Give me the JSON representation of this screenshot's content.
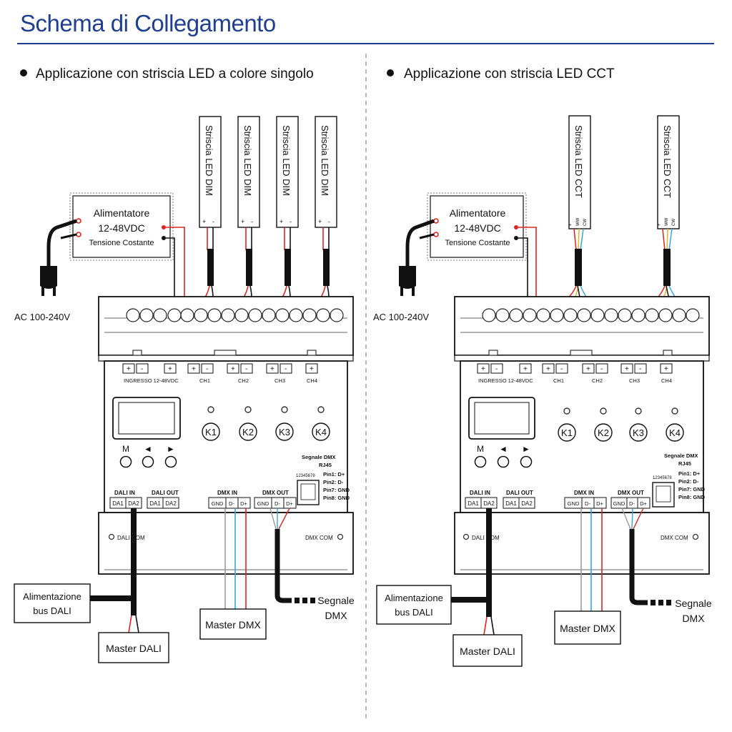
{
  "page_title": "Schema di Collegamento",
  "sections": [
    {
      "heading": "Applicazione con striscia LED a colore singolo",
      "strip_label": "Striscia LED DIM",
      "strip_count": 4,
      "strip_pin_labels": [
        "+",
        "-"
      ]
    },
    {
      "heading": "Applicazione con striscia LED CCT",
      "strip_label": "Striscia LED CCT",
      "strip_count": 2,
      "strip_pin_labels": [
        "+",
        "WW",
        "CW"
      ]
    }
  ],
  "power_supply": {
    "line1": "Alimentatore",
    "line2": "12-48VDC",
    "line3": "Tensione Costante"
  },
  "ac_input": "AC 100-240V",
  "controller": {
    "input_label": "INGRESSO 12-48VDC",
    "channels": [
      "CH1",
      "CH2",
      "CH3",
      "CH4"
    ],
    "keys": [
      "K1",
      "K2",
      "K3",
      "K4"
    ],
    "nav_keys": [
      "M",
      "◄",
      "►"
    ],
    "dmx_signal": {
      "title1": "Segnale DMX",
      "title2": "RJ45",
      "pins": [
        "Pin1: D+",
        "Pin2: D-",
        "Pin7: GND",
        "Pin8: GND"
      ],
      "pin_numbers": "12345678"
    },
    "dali_in": "DALI IN",
    "dali_out": "DALI OUT",
    "dali_terminals": [
      "DA1",
      "DA2"
    ],
    "dmx_in": "DMX IN",
    "dmx_out": "DMX OUT",
    "dmx_terminals": [
      "GND",
      "D-",
      "D+"
    ],
    "dali_com": "DALI COM",
    "dmx_com": "DMX COM"
  },
  "external": {
    "dali_bus_line1": "Alimentazione",
    "dali_bus_line2": "bus DALI",
    "master_dali": "Master DALI",
    "master_dmx": "Master DMX",
    "signal_dmx_line1": "Segnale",
    "signal_dmx_line2": "DMX"
  },
  "colors": {
    "title": "#1f3f91",
    "wire_red": "#e0231f",
    "wire_blue": "#36a6dd",
    "wire_yellow": "#e3b52c"
  }
}
